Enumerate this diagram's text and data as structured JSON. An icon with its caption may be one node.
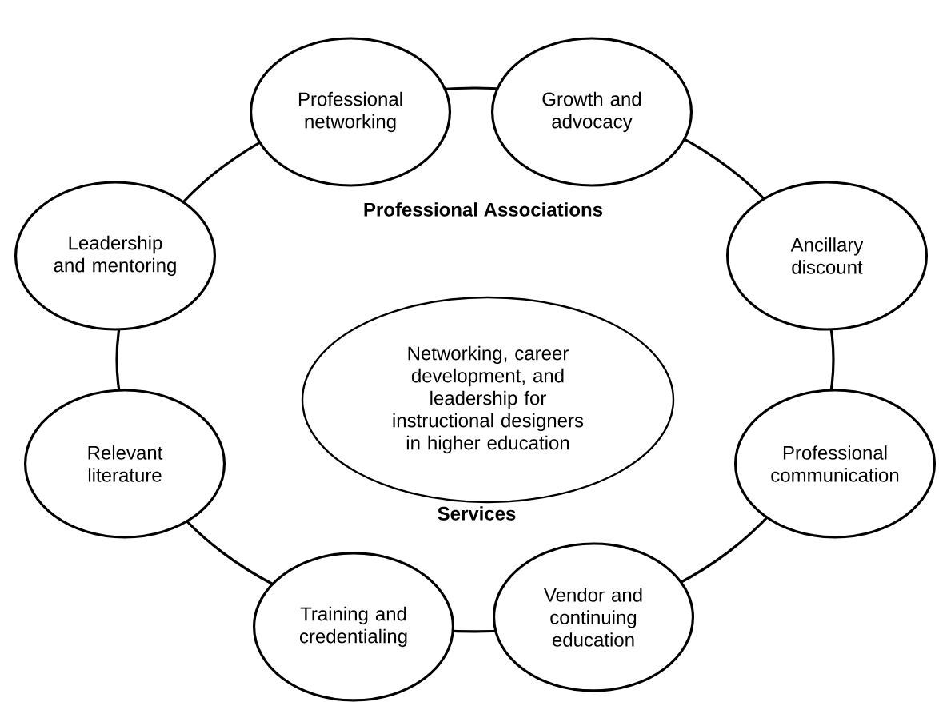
{
  "diagram": {
    "nodes": [
      {
        "text": [
          "Professional Associations",
          "Services"
        ]
      },
      {
        "text": [
          "Professional networking"
        ]
      },
      {
        "text": [
          "Growth and advocacy"
        ]
      },
      {
        "text": [
          "Leadership and mentoring"
        ]
      },
      {
        "text": [
          "Ancillary discount"
        ]
      },
      {
        "text": [
          "Networking, career development, and leadership for instructional designers in higher education"
        ],
        "in": 0
      },
      {
        "text": [
          "Relevant literature"
        ]
      },
      {
        "text": [
          "Professional communication"
        ]
      },
      {
        "text": [
          "Training and credentialing"
        ]
      },
      {
        "text": [
          "Vendor and continuing education"
        ]
      }
    ]
  }
}
